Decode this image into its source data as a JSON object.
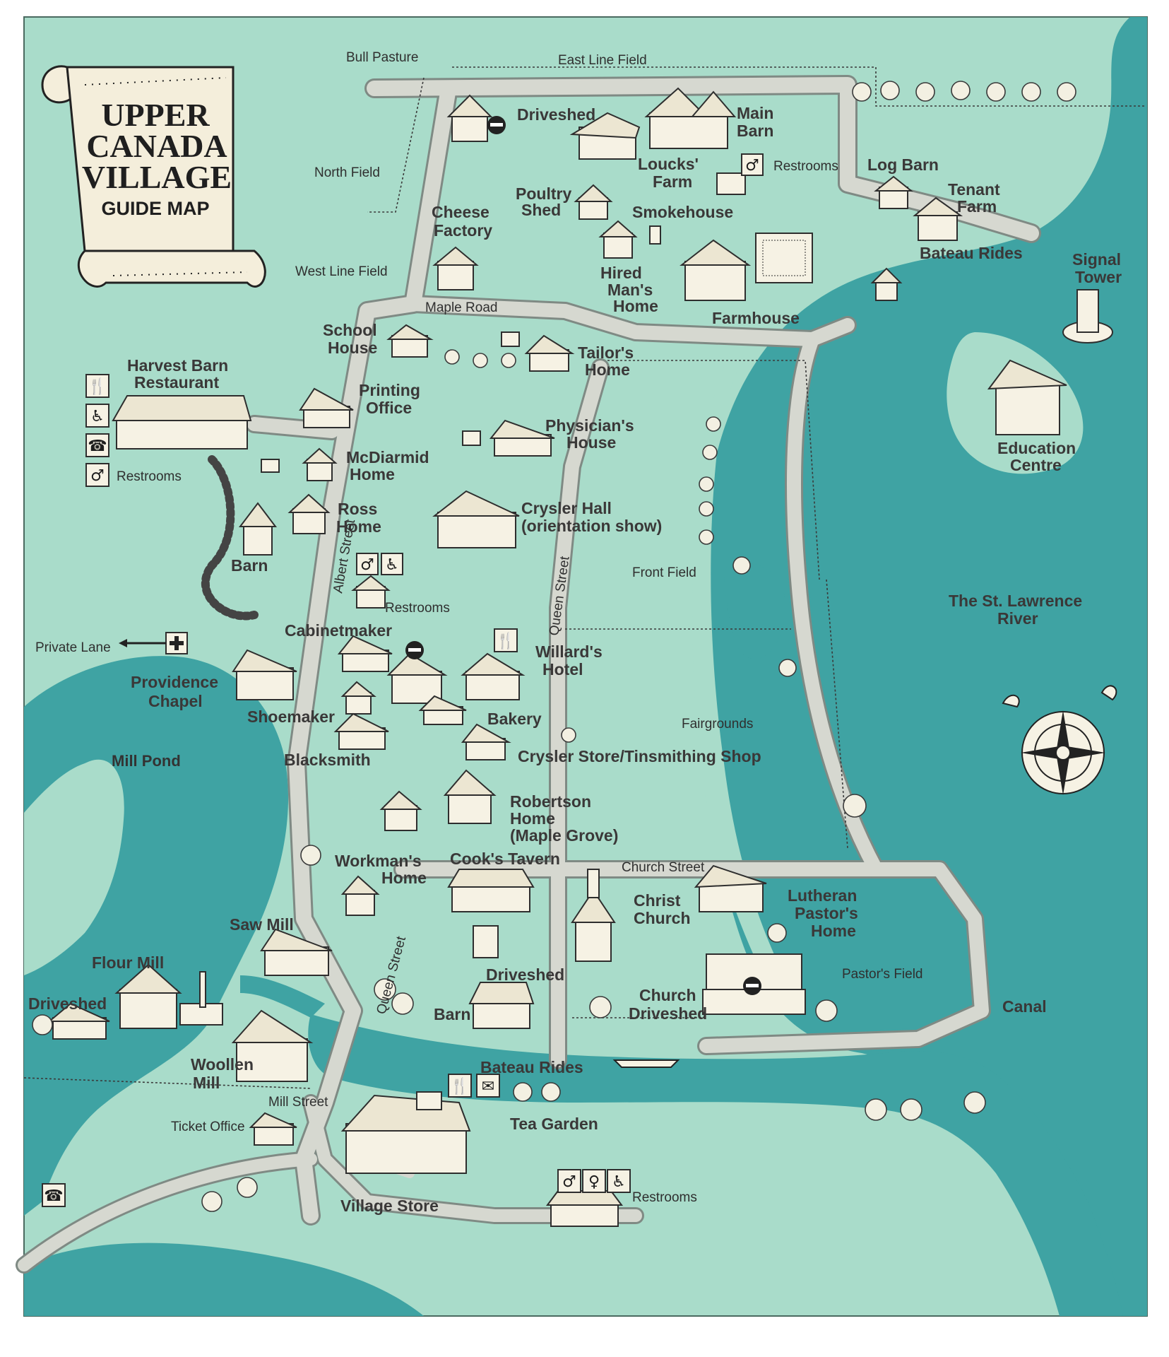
{
  "title": {
    "line1": "UPPER",
    "line2": "CANADA",
    "line3": "VILLAGE",
    "line4": "GUIDE MAP"
  },
  "colors": {
    "land": "#a9dcca",
    "water": "#3fa3a3",
    "road": "#d6d8d0",
    "building": "#f6f2e4",
    "ink": "#2e2e2e"
  },
  "labels": {
    "bull_pasture": "Bull Pasture",
    "east_line_field": "East Line Field",
    "north_field": "North Field",
    "west_line_field": "West Line Field",
    "maple_road": "Maple Road",
    "driveshed_north": "Driveshed",
    "main_barn": [
      "Main",
      "Barn"
    ],
    "loucks_farm": [
      "Loucks'",
      "Farm"
    ],
    "restrooms_farm": "Restrooms",
    "log_barn": "Log Barn",
    "tenant_farm": [
      "Tenant",
      "Farm"
    ],
    "poultry_shed": [
      "Poultry",
      "Shed"
    ],
    "smokehouse": "Smokehouse",
    "cheese_factory": [
      "Cheese",
      "Factory"
    ],
    "bateau_rides_north": "Bateau Rides",
    "signal_tower": [
      "Signal",
      "Tower"
    ],
    "hired_mans_home": [
      "Hired",
      "Man's",
      "Home"
    ],
    "farmhouse": "Farmhouse",
    "school_house": [
      "School",
      "House"
    ],
    "tailors_home": [
      "Tailor's",
      "Home"
    ],
    "harvest_barn": [
      "Harvest Barn",
      "Restaurant"
    ],
    "printing_office": [
      "Printing",
      "Office"
    ],
    "physicians_house": [
      "Physician's",
      "House"
    ],
    "education_centre": [
      "Education",
      "Centre"
    ],
    "mcdiarmid_home": [
      "McDiarmid",
      "Home"
    ],
    "restrooms_harvest": "Restrooms",
    "ross_home": [
      "Ross",
      "Home"
    ],
    "crysler_hall": [
      "Crysler Hall",
      "(orientation show)"
    ],
    "barn_west": "Barn",
    "albert_street": "Albert Street",
    "queen_street_north": "Queen Street",
    "front_field": "Front Field",
    "restrooms_center": "Restrooms",
    "st_lawrence": [
      "The St. Lawrence",
      "River"
    ],
    "cabinetmaker": "Cabinetmaker",
    "private_lane": "Private Lane",
    "willards_hotel": [
      "Willard's",
      "Hotel"
    ],
    "providence_chapel": [
      "Providence",
      "Chapel"
    ],
    "shoemaker": "Shoemaker",
    "bakery": "Bakery",
    "fairgrounds": "Fairgrounds",
    "mill_pond": "Mill Pond",
    "blacksmith": "Blacksmith",
    "crysler_store": "Crysler Store/Tinsmithing Shop",
    "robertson_home": [
      "Robertson",
      "Home",
      "(Maple Grove)"
    ],
    "workmans_home": [
      "Workman's",
      "Home"
    ],
    "cooks_tavern": "Cook's Tavern",
    "church_street": "Church Street",
    "christ_church": [
      "Christ",
      "Church"
    ],
    "lutheran_home": [
      "Lutheran",
      "Pastor's",
      "Home"
    ],
    "saw_mill": "Saw Mill",
    "flour_mill": "Flour Mill",
    "driveshed_south": "Driveshed",
    "pastors_field": "Pastor's Field",
    "driveshed_mill": "Driveshed",
    "barn_south": "Barn",
    "church_driveshed": [
      "Church",
      "Driveshed"
    ],
    "canal": "Canal",
    "queen_street_south": "Queen Street",
    "woollen_mill": [
      "Woollen",
      "Mill"
    ],
    "bateau_rides_south": "Bateau Rides",
    "mill_street": "Mill Street",
    "tea_garden": "Tea Garden",
    "ticket_office": "Ticket Office",
    "village_store": "Village Store",
    "restrooms_south": "Restrooms"
  },
  "icons": {
    "no_entry": "no-entry-icon",
    "restroom": "restroom-icon",
    "dining": "dining-icon",
    "accessible": "wheelchair-icon",
    "phone": "telephone-icon",
    "first_aid": "first-aid-icon",
    "gift": "gift-shop-icon",
    "compass": "compass-rose-icon"
  }
}
